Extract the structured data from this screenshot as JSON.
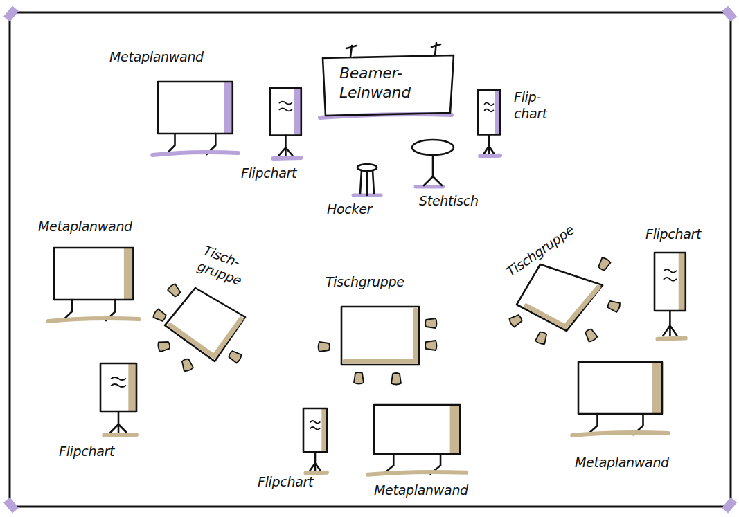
{
  "diagram": {
    "nodes": [
      {
        "text": [
          "Metaplanwand"
        ]
      },
      {
        "text": [
          "Beamer- Leinwand"
        ]
      },
      {
        "text": [
          "Flipchart"
        ]
      },
      {
        "text": [
          "Flip- chart"
        ]
      },
      {
        "text": [
          "Hocker"
        ]
      },
      {
        "text": [
          "Stehtisch"
        ]
      },
      {
        "text": [
          "Metaplanwand"
        ]
      },
      {
        "text": [
          "Tisch- gruppe"
        ]
      },
      {
        "text": [
          "Tischgruppe"
        ]
      },
      {
        "text": [
          "Tischgruppe"
        ]
      },
      {
        "text": [
          "Flipchart"
        ]
      },
      {
        "text": [
          "Flipchart"
        ]
      },
      {
        "text": [
          "Flipchart"
        ]
      },
      {
        "text": [
          "Metaplanwand"
        ]
      },
      {
        "text": [
          "Metaplanwand"
        ]
      }
    ]
  }
}
